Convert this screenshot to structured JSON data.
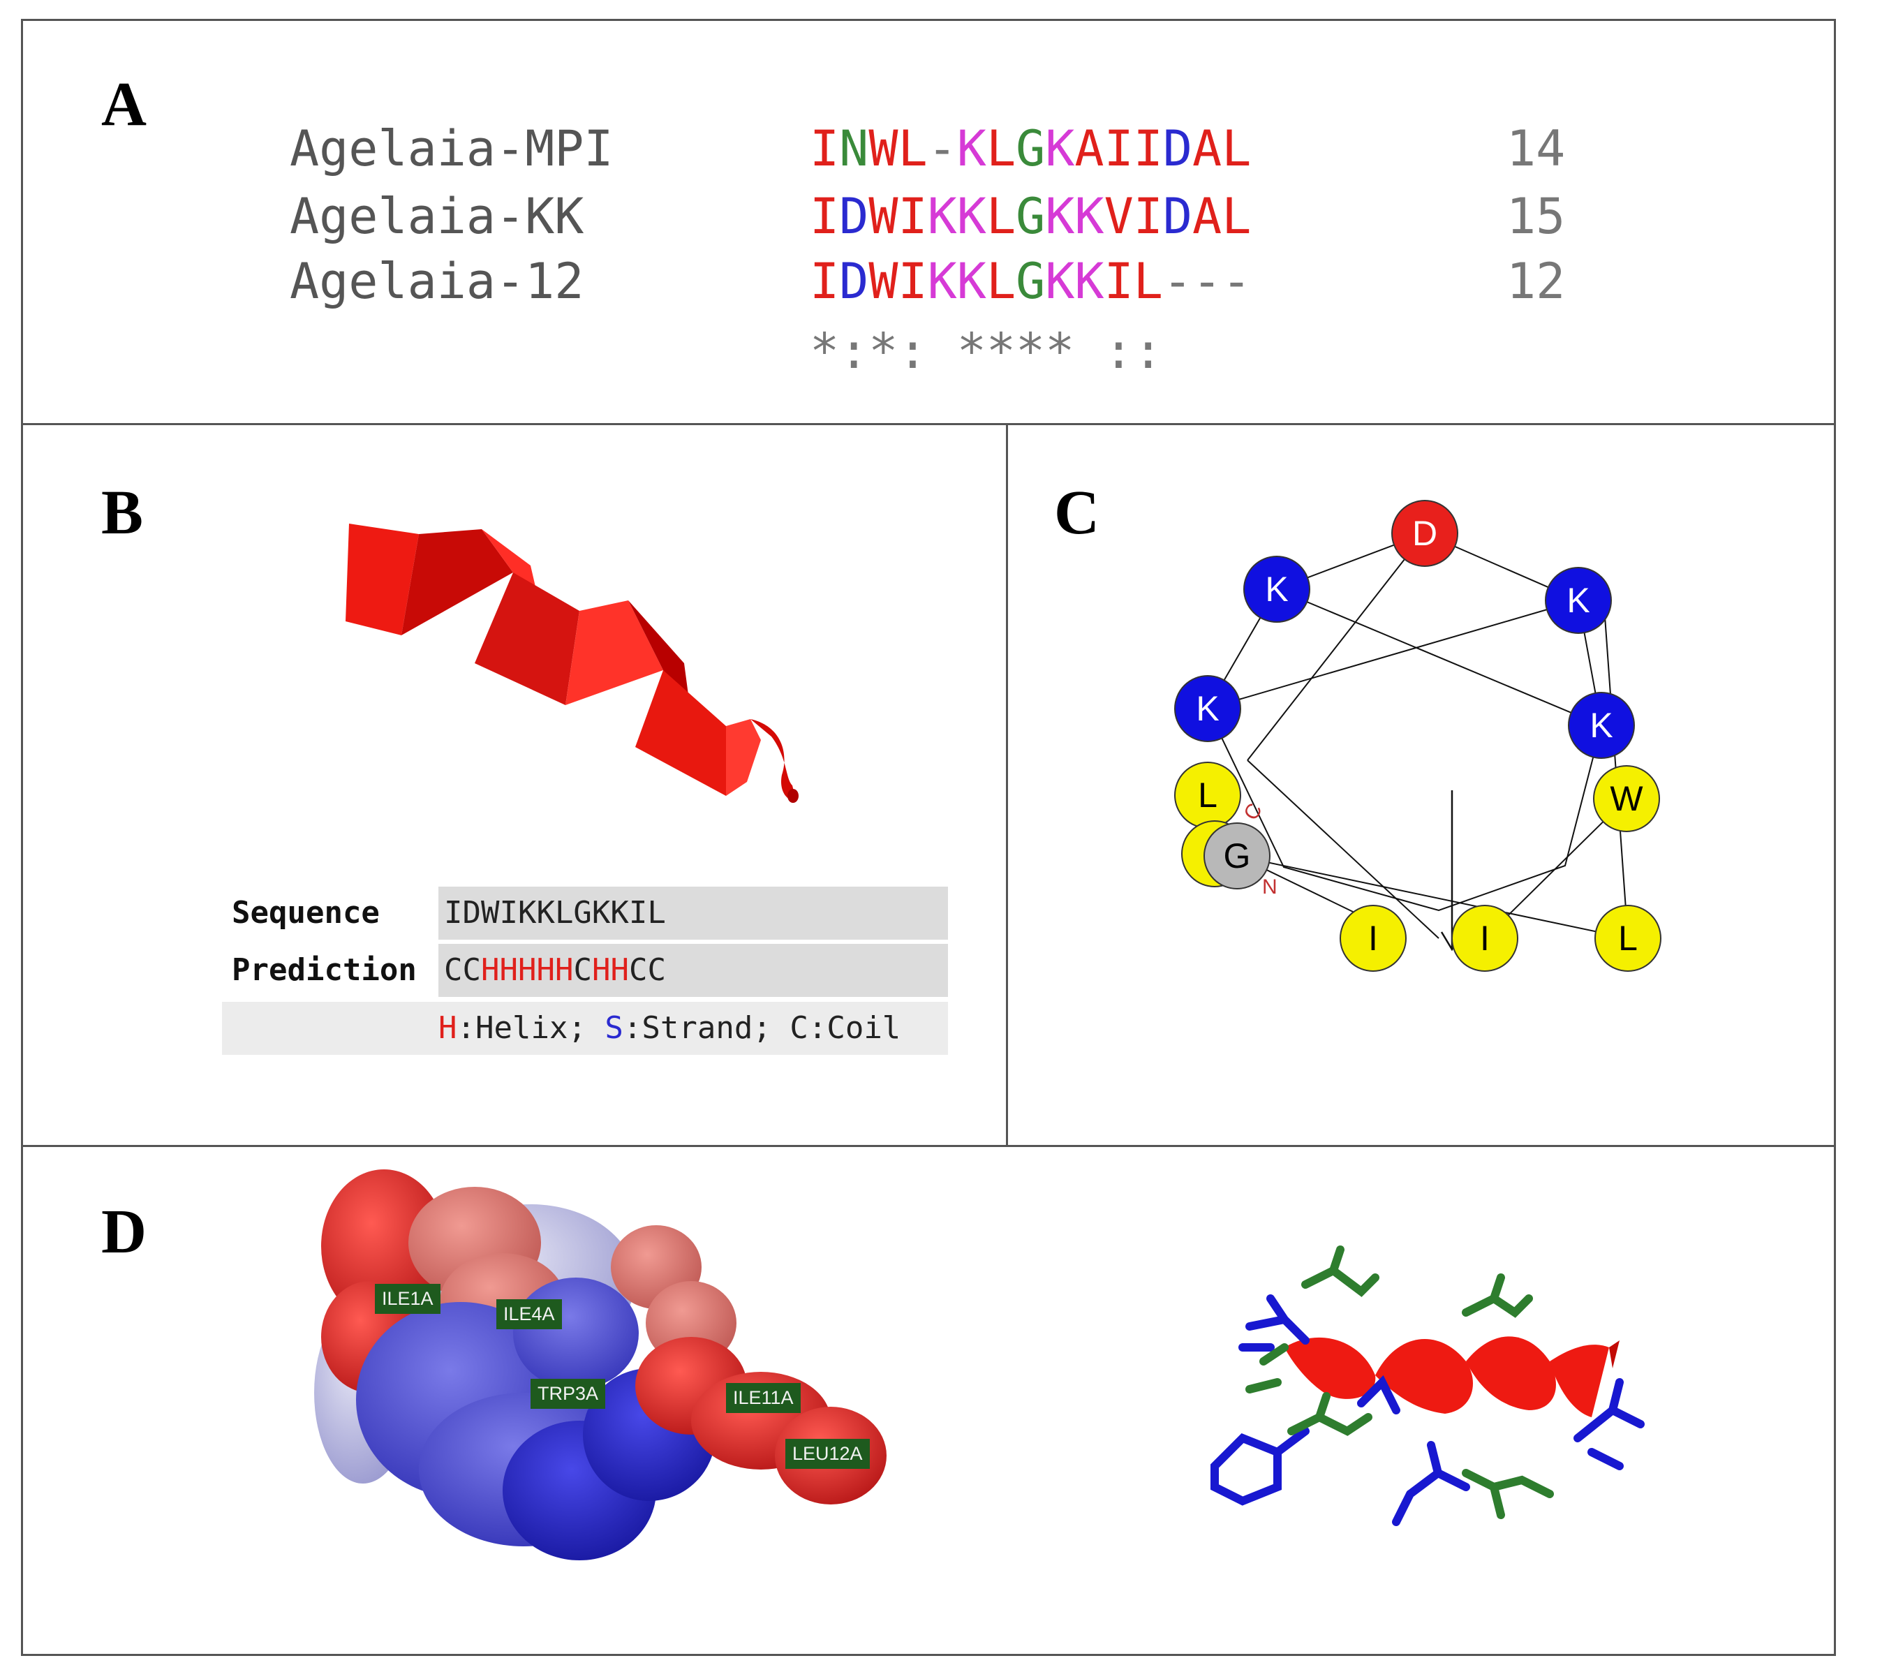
{
  "panels": {
    "a": {
      "label": "A"
    },
    "b": {
      "label": "B"
    },
    "c": {
      "label": "C"
    },
    "d": {
      "label": "D"
    }
  },
  "alignment": {
    "rows": [
      {
        "name": "Agelaia-MPI",
        "seq": "INWL-KLGKAIIDAL",
        "count": "14"
      },
      {
        "name": "Agelaia-KK",
        "seq": "IDWIKKLGKKVIDAL",
        "count": "15"
      },
      {
        "name": "Agelaia-12",
        "seq": "IDWIKKLGKKIL---",
        "count": "12"
      }
    ],
    "consensus": "*:*: **** ::",
    "colors": {
      "hydrophobic": "#e0201b",
      "acidic": "#2a2ad0",
      "polar": "#3a8a3a",
      "basic": "#d63ad6",
      "gap": "#777777"
    }
  },
  "secondary_structure": {
    "sequence_key": "Sequence",
    "sequence": "IDWIKKLGKKIL",
    "prediction_key": "Prediction",
    "prediction": "CCHHHHHCHHCC",
    "legend": [
      {
        "code": "H",
        "text": ":Helix; "
      },
      {
        "code": "S",
        "text": ":Strand; "
      },
      {
        "code": "C",
        "text": ":Coil"
      }
    ],
    "helix_color": "#e0201b"
  },
  "helical_wheel": {
    "residues": [
      {
        "aa": "D",
        "color": "#e8201c",
        "text": "#ffffff"
      },
      {
        "aa": "K",
        "color": "#1010e0",
        "text": "#ffffff"
      },
      {
        "aa": "K",
        "color": "#1010e0",
        "text": "#ffffff"
      },
      {
        "aa": "K",
        "color": "#1010e0",
        "text": "#ffffff"
      },
      {
        "aa": "K",
        "color": "#1010e0",
        "text": "#ffffff"
      },
      {
        "aa": "L",
        "color": "#f5f000",
        "text": "#000000"
      },
      {
        "aa": "W",
        "color": "#f5f000",
        "text": "#000000"
      },
      {
        "aa": "I",
        "color": "#f5f000",
        "text": "#000000"
      },
      {
        "aa": "G",
        "color": "#b8b8b8",
        "text": "#000000"
      },
      {
        "aa": "L",
        "color": "#f5f000",
        "text": "#000000"
      },
      {
        "aa": "I",
        "color": "#f5f000",
        "text": "#000000"
      },
      {
        "aa": "I",
        "color": "#f5f000",
        "text": "#000000"
      }
    ],
    "terminus_c": "C",
    "terminus_n": "N"
  },
  "surface_labels": [
    "ILE1A",
    "ILE4A",
    "TRP3A",
    "ILE11A",
    "LEU12A"
  ]
}
